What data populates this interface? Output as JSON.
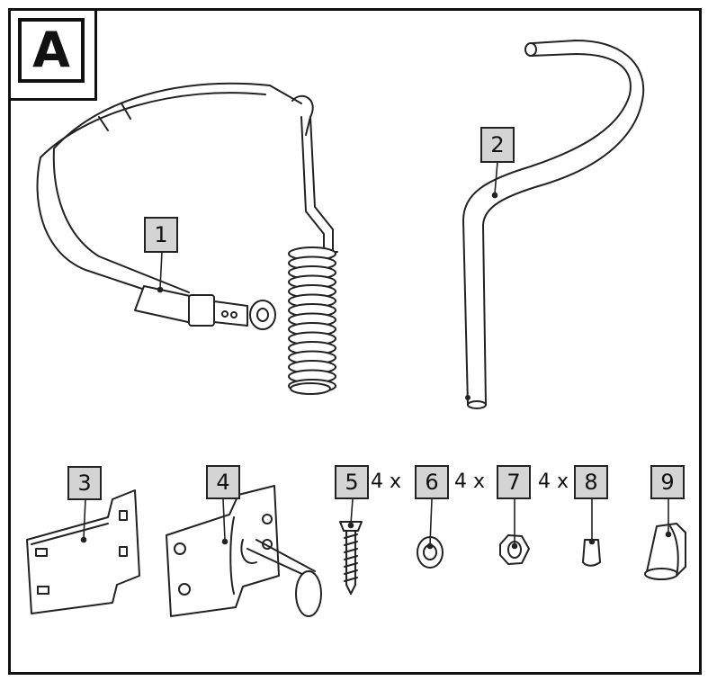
{
  "panel": {
    "letter": "A"
  },
  "parts": [
    {
      "number": "1"
    },
    {
      "number": "2"
    },
    {
      "number": "3"
    },
    {
      "number": "4"
    },
    {
      "number": "5"
    },
    {
      "number": "6"
    },
    {
      "number": "7"
    },
    {
      "number": "8"
    },
    {
      "number": "9"
    }
  ],
  "quantities": {
    "q6": "4 x",
    "q7": "4 x",
    "q8": "4 x"
  },
  "colors": {
    "line": "#222222",
    "label_fill": "#d4d4d4"
  }
}
